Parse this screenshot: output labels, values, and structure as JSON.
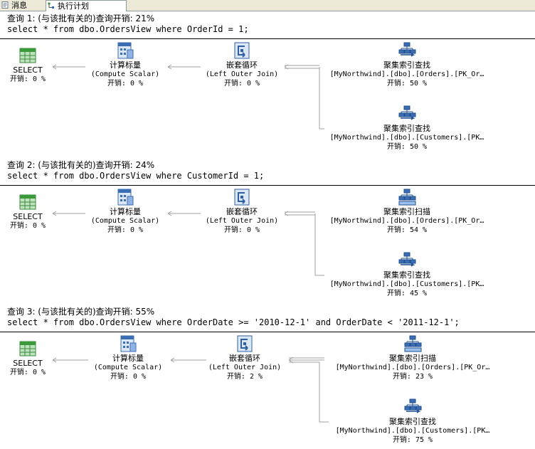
{
  "tabs": [
    {
      "label": "消息",
      "icon": "messages-icon"
    },
    {
      "label": "执行计划",
      "icon": "execution-plan-icon"
    }
  ],
  "queries": [
    {
      "header": "查询 1: (与该批有关的)查询开销: 21%",
      "sql": "select * from dbo.OrdersView where OrderId = 1;",
      "ops": [
        {
          "name": "SELECT",
          "cost": "开销: 0 %"
        },
        {
          "name": "计算标量",
          "sub": "(Compute Scalar)",
          "cost": "开销: 0 %"
        },
        {
          "name": "嵌套循环",
          "sub": "(Left Outer Join)",
          "cost": "开销: 0 %"
        },
        {
          "name": "聚集索引查找",
          "sub": "[MyNorthwind].[dbo].[Orders].[PK_Or…",
          "cost": "开销: 50 %"
        },
        {
          "name": "聚集索引查找",
          "sub": "[MyNorthwind].[dbo].[Customers].[PK…",
          "cost": "开销: 50 %"
        }
      ]
    },
    {
      "header": "查询 2: (与该批有关的)查询开销: 24%",
      "sql": "select * from dbo.OrdersView where CustomerId = 1;",
      "ops": [
        {
          "name": "SELECT",
          "cost": "开销: 0 %"
        },
        {
          "name": "计算标量",
          "sub": "(Compute Scalar)",
          "cost": "开销: 0 %"
        },
        {
          "name": "嵌套循环",
          "sub": "(Left Outer Join)",
          "cost": "开销: 0 %"
        },
        {
          "name": "聚集索引扫描",
          "sub": "[MyNorthwind].[dbo].[Orders].[PK_Or…",
          "cost": "开销: 54 %"
        },
        {
          "name": "聚集索引查找",
          "sub": "[MyNorthwind].[dbo].[Customers].[PK…",
          "cost": "开销: 45 %"
        }
      ]
    },
    {
      "header": "查询 3: (与该批有关的)查询开销: 55%",
      "sql": "select * from dbo.OrdersView where OrderDate >= '2010-12-1' and OrderDate < '2011-12-1';",
      "ops": [
        {
          "name": "SELECT",
          "cost": "开销: 0 %"
        },
        {
          "name": "计算标量",
          "sub": "(Compute Scalar)",
          "cost": "开销: 0 %"
        },
        {
          "name": "嵌套循环",
          "sub": "(Left Outer Join)",
          "cost": "开销: 2 %"
        },
        {
          "name": "聚集索引扫描",
          "sub": "[MyNorthwind].[dbo].[Orders].[PK_Or…",
          "cost": "开销: 23 %"
        },
        {
          "name": "聚集索引查找",
          "sub": "[MyNorthwind].[dbo].[Customers].[PK…",
          "cost": "开销: 75 %"
        }
      ]
    }
  ]
}
